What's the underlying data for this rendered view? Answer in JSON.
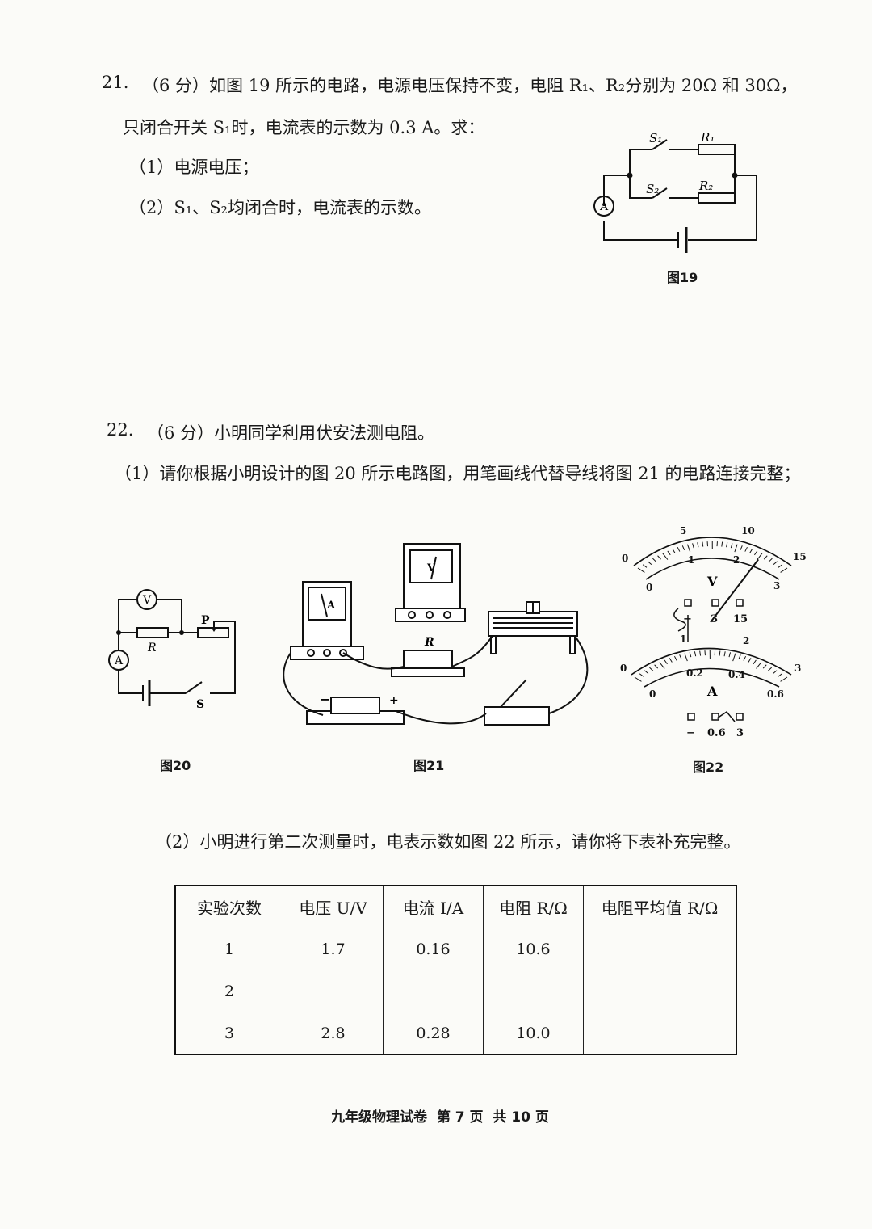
{
  "q21": {
    "number": "21.",
    "line1": "（6 分）如图 19 所示的电路，电源电压保持不变，电阻 R₁、R₂分别为 20Ω 和 30Ω，",
    "line2": "只闭合开关 S₁时，电流表的示数为 0.3 A。求：",
    "sub1": "（1）电源电压；",
    "sub2": "（2）S₁、S₂均闭合时，电流表的示数。",
    "figure_caption": "图19",
    "figure_labels": {
      "s1": "S₁",
      "r1": "R₁",
      "s2": "S₂",
      "r2": "R₂",
      "ammeter": "A"
    }
  },
  "q22": {
    "number": "22.",
    "line1": "（6 分）小明同学利用伏安法测电阻。",
    "sub1": "（1）请你根据小明设计的图 20 所示电路图，用笔画线代替导线将图 21 的电路连接完整；",
    "sub2": "（2）小明进行第二次测量时，电表示数如图 22 所示，请你将下表补充完整。",
    "fig20": {
      "caption": "图20",
      "labels": {
        "v": "V",
        "a": "A",
        "r": "R",
        "p": "P",
        "s": "S"
      }
    },
    "fig21": {
      "caption": "图21",
      "labels": {
        "r": "R",
        "v": "V",
        "a": "A",
        "minus": "−",
        "plus": "+"
      }
    },
    "fig22": {
      "caption": "图22",
      "voltmeter": {
        "unit": "V",
        "outer_ticks": [
          "0",
          "5",
          "10",
          "15"
        ],
        "inner_ticks": [
          "0",
          "1",
          "2",
          "3"
        ],
        "terminals": [
          "−",
          "3",
          "15"
        ],
        "reading_fraction": 0.78
      },
      "ammeter": {
        "unit": "A",
        "outer_ticks": [
          "0",
          "1",
          "2",
          "3"
        ],
        "inner_ticks": [
          "0",
          "0.2",
          "0.4",
          "0.6"
        ],
        "terminals": [
          "−",
          "0.6",
          "3"
        ]
      }
    },
    "table": {
      "headers": [
        "实验次数",
        "电压 U/V",
        "电流 I/A",
        "电阻 R/Ω",
        "电阻平均值 R/Ω"
      ],
      "rows": [
        [
          "1",
          "1.7",
          "0.16",
          "10.6"
        ],
        [
          "2",
          "",
          "",
          ""
        ],
        [
          "3",
          "2.8",
          "0.28",
          "10.0"
        ]
      ]
    }
  },
  "footer": "九年级物理试卷  第 7 页  共 10 页"
}
